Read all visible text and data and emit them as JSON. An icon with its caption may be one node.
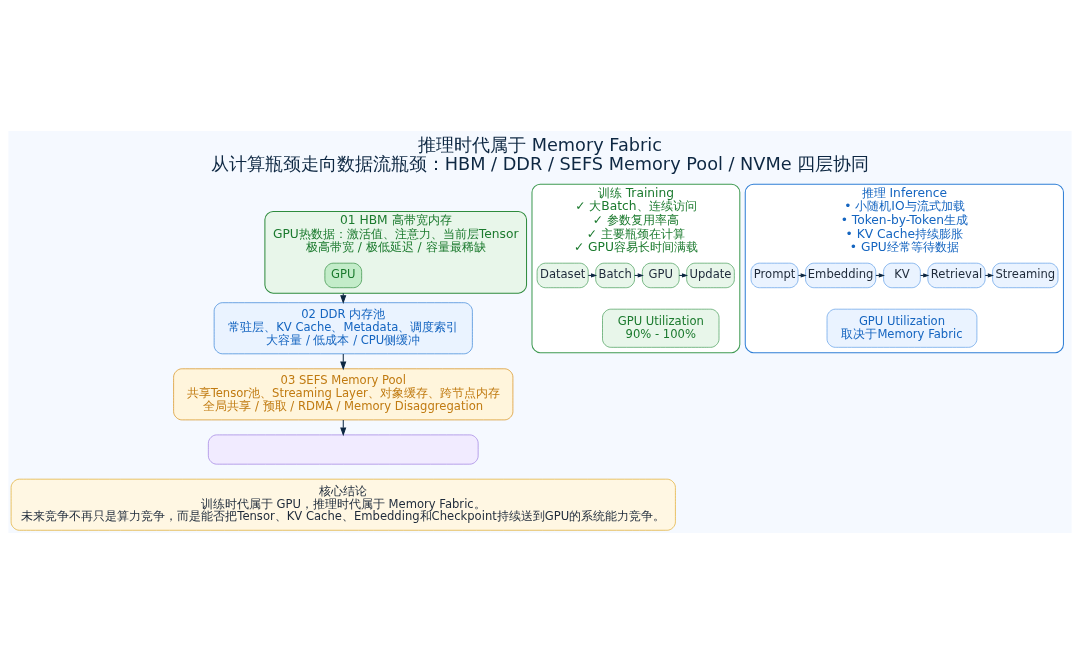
{
  "diagram": {
    "title": "推理时代属于 Memory Fabric",
    "caption": "从计算瓶颈走向数据流瓶颈：HBM / DDR / SEFS Memory Pool / NVMe 四层协同",
    "nodes": [
      {
        "text": [
          "01 HBM 高带宽内存",
          "GPU热数据：激活值、注意力、当前层Tensor",
          "极高带宽 / 极低延迟 / 容量最稀缺"
        ]
      },
      {
        "text": [
          "GPU"
        ],
        "in": 0
      },
      {
        "text": [
          "02 DDR 内存池",
          "常驻层、KV Cache、Metadata、调度索引",
          "大容量 / 低成本 / CPU侧缓冲"
        ]
      },
      {
        "text": [
          "03 SEFS Memory Pool",
          "共享Tensor池、Streaming Layer、对象缓存、跨节点内存",
          "全局共享 / 预取 / RDMA / Memory Disaggregation"
        ]
      },
      {
        "text": [],
        "shape": "box"
      },
      {
        "text": [
          "训练 Training",
          "✓ 大Batch、连续访问",
          "✓ 参数复用率高",
          "✓ 主要瓶颈在计算",
          "✓ GPU容易长时间满载"
        ]
      },
      {
        "text": [
          "Dataset"
        ],
        "in": 5
      },
      {
        "text": [
          "Batch"
        ],
        "in": 5
      },
      {
        "text": [
          "GPU"
        ],
        "in": 5
      },
      {
        "text": [
          "Update"
        ],
        "in": 5
      },
      {
        "text": [
          "GPU Utilization",
          "90% - 100%"
        ],
        "in": 5
      },
      {
        "text": [
          "推理 Inference",
          "• 小随机IO与流式加载",
          "• Token-by-Token生成",
          "• KV Cache持续膨胀",
          "• GPU经常等待数据"
        ]
      },
      {
        "text": [
          "Prompt"
        ],
        "in": 11
      },
      {
        "text": [
          "Embedding"
        ],
        "in": 11
      },
      {
        "text": [
          "KV"
        ],
        "in": 11
      },
      {
        "text": [
          "Retrieval"
        ],
        "in": 11
      },
      {
        "text": [
          "Streaming"
        ],
        "in": 11
      },
      {
        "text": [
          "GPU Utilization",
          "取决于Memory Fabric"
        ],
        "in": 11
      },
      {
        "text": [
          "核心结论",
          "训练时代属于 GPU，推理时代属于 Memory Fabric。",
          "未来竞争不再只是算力竞争，而是能否把Tensor、KV Cache、Embedding和Checkpoint持续送到GPU的系统能力竞争。"
        ]
      }
    ],
    "edges": [
      {
        "from": 0,
        "to": 2,
        "arrow": "to"
      },
      {
        "from": 2,
        "to": 3,
        "arrow": "to"
      },
      {
        "from": 3,
        "to": 4,
        "arrow": "to"
      },
      {
        "from": 6,
        "to": 7,
        "arrow": "to"
      },
      {
        "from": 7,
        "to": 8,
        "arrow": "to"
      },
      {
        "from": 8,
        "to": 9,
        "arrow": "to"
      },
      {
        "from": 12,
        "to": 13,
        "arrow": "to"
      },
      {
        "from": 13,
        "to": 14,
        "arrow": "to"
      },
      {
        "from": 14,
        "to": 15,
        "arrow": "to"
      },
      {
        "from": 15,
        "to": 16,
        "arrow": "to"
      }
    ]
  }
}
